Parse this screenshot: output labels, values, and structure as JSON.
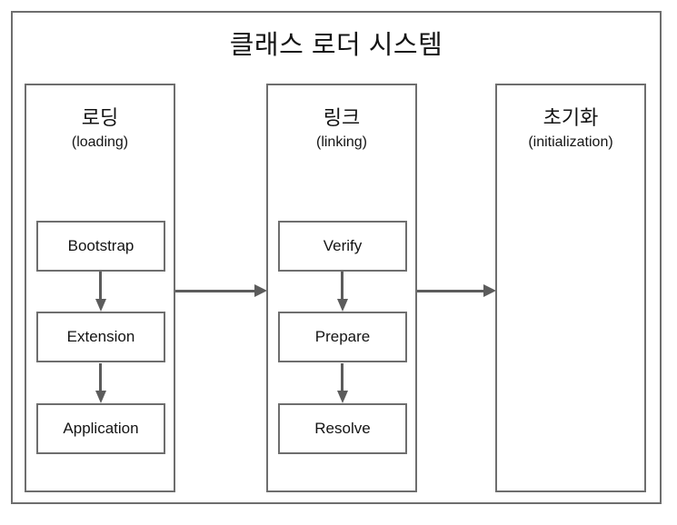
{
  "diagram": {
    "title": "클래스 로더 시스템",
    "border_color": "#6e6e6e",
    "arrow_color": "#5c5c5c",
    "background_color": "#ffffff",
    "text_color": "#141414"
  },
  "phases": [
    {
      "id": "loading",
      "name_ko": "로딩",
      "name_en": "(loading)",
      "steps": [
        {
          "label": "Bootstrap"
        },
        {
          "label": "Extension"
        },
        {
          "label": "Application"
        }
      ]
    },
    {
      "id": "linking",
      "name_ko": "링크",
      "name_en": "(linking)",
      "steps": [
        {
          "label": "Verify"
        },
        {
          "label": "Prepare"
        },
        {
          "label": "Resolve"
        }
      ]
    },
    {
      "id": "initialization",
      "name_ko": "초기화",
      "name_en": "(initialization)",
      "steps": []
    }
  ],
  "connectors": [
    {
      "id": "loading-to-linking",
      "from": "loading",
      "to": "linking",
      "direction": "right"
    },
    {
      "id": "linking-to-initialization",
      "from": "linking",
      "to": "initialization",
      "direction": "right"
    }
  ]
}
